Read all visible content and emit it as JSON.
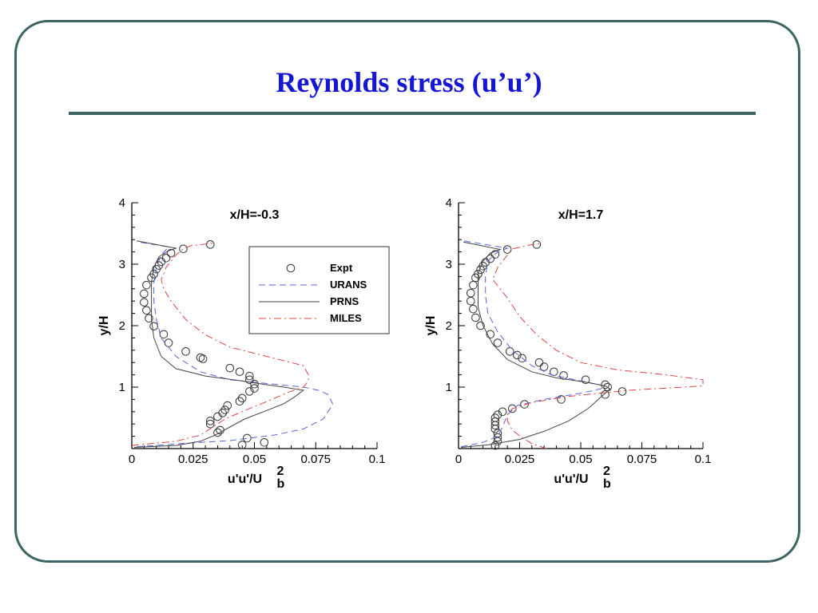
{
  "slide": {
    "title": "Reynolds stress (u’u’)",
    "colors": {
      "title": "#1515d6",
      "frame": "#3c6462"
    }
  },
  "legend": {
    "entries": [
      {
        "name": "Expt",
        "style": "circle",
        "color": "#333333"
      },
      {
        "name": "URANS",
        "style": "dashed",
        "color": "#5566dd"
      },
      {
        "name": "PRNS",
        "style": "solid",
        "color": "#444444"
      },
      {
        "name": "MILES",
        "style": "dashdot",
        "color": "#dd4444"
      }
    ]
  },
  "chart_data": [
    {
      "type": "line",
      "title": "x/H=-0.3",
      "xlabel": "u'u'/U",
      "xlabel_sub": "b",
      "xlabel_sup": "2",
      "ylabel": "y/H",
      "xlim": [
        0,
        0.1
      ],
      "ylim": [
        0,
        4
      ],
      "xticks": [
        0,
        0.025,
        0.05,
        0.075,
        0.1
      ],
      "xtick_labels": [
        "0",
        "0.025",
        "0.05",
        "0.075",
        "0.1"
      ],
      "yticks": [
        1,
        2,
        3,
        4
      ],
      "ytick_labels": [
        "1",
        "2",
        "3",
        "4"
      ],
      "legend_position": "top-right",
      "series": [
        {
          "name": "Expt",
          "style": "circle",
          "points": [
            [
              0.054,
              0.1
            ],
            [
              0.047,
              0.17
            ],
            [
              0.045,
              0.06
            ],
            [
              0.036,
              0.3
            ],
            [
              0.035,
              0.26
            ],
            [
              0.032,
              0.4
            ],
            [
              0.032,
              0.45
            ],
            [
              0.035,
              0.52
            ],
            [
              0.037,
              0.58
            ],
            [
              0.038,
              0.63
            ],
            [
              0.039,
              0.7
            ],
            [
              0.044,
              0.77
            ],
            [
              0.045,
              0.82
            ],
            [
              0.048,
              0.93
            ],
            [
              0.05,
              0.98
            ],
            [
              0.05,
              1.05
            ],
            [
              0.048,
              1.12
            ],
            [
              0.048,
              1.18
            ],
            [
              0.044,
              1.25
            ],
            [
              0.04,
              1.31
            ],
            [
              0.029,
              1.46
            ],
            [
              0.028,
              1.48
            ],
            [
              0.022,
              1.58
            ],
            [
              0.015,
              1.72
            ],
            [
              0.013,
              1.86
            ],
            [
              0.009,
              1.99
            ],
            [
              0.007,
              2.12
            ],
            [
              0.006,
              2.25
            ],
            [
              0.005,
              2.38
            ],
            [
              0.005,
              2.52
            ],
            [
              0.006,
              2.66
            ],
            [
              0.008,
              2.78
            ],
            [
              0.009,
              2.84
            ],
            [
              0.01,
              2.92
            ],
            [
              0.011,
              2.98
            ],
            [
              0.012,
              3.04
            ],
            [
              0.014,
              3.1
            ],
            [
              0.016,
              3.18
            ],
            [
              0.021,
              3.25
            ],
            [
              0.032,
              3.32
            ]
          ]
        },
        {
          "name": "URANS",
          "style": "dashed",
          "points": [
            [
              0.002,
              0.03
            ],
            [
              0.02,
              0.08
            ],
            [
              0.04,
              0.13
            ],
            [
              0.058,
              0.22
            ],
            [
              0.07,
              0.32
            ],
            [
              0.078,
              0.48
            ],
            [
              0.082,
              0.72
            ],
            [
              0.08,
              0.88
            ],
            [
              0.076,
              0.95
            ],
            [
              0.07,
              1.0
            ],
            [
              0.055,
              1.06
            ],
            [
              0.04,
              1.12
            ],
            [
              0.028,
              1.25
            ],
            [
              0.018,
              1.5
            ],
            [
              0.012,
              1.8
            ],
            [
              0.01,
              2.1
            ],
            [
              0.009,
              2.4
            ],
            [
              0.009,
              2.7
            ],
            [
              0.01,
              2.95
            ],
            [
              0.012,
              3.15
            ],
            [
              0.015,
              3.28
            ],
            [
              0.003,
              3.36
            ]
          ]
        },
        {
          "name": "PRNS",
          "style": "solid",
          "points": [
            [
              0.001,
              0.02
            ],
            [
              0.018,
              0.05
            ],
            [
              0.028,
              0.12
            ],
            [
              0.034,
              0.22
            ],
            [
              0.04,
              0.35
            ],
            [
              0.046,
              0.48
            ],
            [
              0.055,
              0.62
            ],
            [
              0.062,
              0.73
            ],
            [
              0.066,
              0.83
            ],
            [
              0.07,
              0.95
            ],
            [
              0.062,
              1.0
            ],
            [
              0.053,
              1.05
            ],
            [
              0.045,
              1.1
            ],
            [
              0.03,
              1.18
            ],
            [
              0.018,
              1.3
            ],
            [
              0.012,
              1.5
            ],
            [
              0.009,
              1.8
            ],
            [
              0.008,
              2.1
            ],
            [
              0.008,
              2.4
            ],
            [
              0.008,
              2.7
            ],
            [
              0.009,
              2.95
            ],
            [
              0.011,
              3.12
            ],
            [
              0.015,
              3.22
            ],
            [
              0.018,
              3.26
            ],
            [
              0.002,
              3.38
            ]
          ]
        },
        {
          "name": "MILES",
          "style": "dashdot",
          "points": [
            [
              0.0,
              0.05
            ],
            [
              0.018,
              0.12
            ],
            [
              0.028,
              0.22
            ],
            [
              0.033,
              0.35
            ],
            [
              0.038,
              0.48
            ],
            [
              0.046,
              0.62
            ],
            [
              0.056,
              0.78
            ],
            [
              0.064,
              0.92
            ],
            [
              0.07,
              1.0
            ],
            [
              0.072,
              1.1
            ],
            [
              0.072,
              1.2
            ],
            [
              0.07,
              1.35
            ],
            [
              0.055,
              1.5
            ],
            [
              0.04,
              1.65
            ],
            [
              0.03,
              1.85
            ],
            [
              0.022,
              2.1
            ],
            [
              0.016,
              2.4
            ],
            [
              0.013,
              2.6
            ],
            [
              0.012,
              2.75
            ],
            [
              0.014,
              2.95
            ],
            [
              0.018,
              3.15
            ],
            [
              0.021,
              3.25
            ],
            [
              0.024,
              3.3
            ],
            [
              0.033,
              3.34
            ]
          ]
        }
      ]
    },
    {
      "type": "line",
      "title": "x/H=1.7",
      "xlabel": "u'u'/U",
      "xlabel_sub": "b",
      "xlabel_sup": "2",
      "ylabel": "y/H",
      "xlim": [
        0,
        0.1
      ],
      "ylim": [
        0,
        4
      ],
      "xticks": [
        0,
        0.025,
        0.05,
        0.075,
        0.1
      ],
      "xtick_labels": [
        "0",
        "0.025",
        "0.05",
        "0.075",
        "0.1"
      ],
      "yticks": [
        1,
        2,
        3,
        4
      ],
      "ytick_labels": [
        "1",
        "2",
        "3",
        "4"
      ],
      "series": [
        {
          "name": "Expt",
          "style": "circle",
          "points": [
            [
              0.015,
              0.05
            ],
            [
              0.016,
              0.12
            ],
            [
              0.016,
              0.18
            ],
            [
              0.016,
              0.25
            ],
            [
              0.015,
              0.32
            ],
            [
              0.015,
              0.38
            ],
            [
              0.015,
              0.44
            ],
            [
              0.015,
              0.5
            ],
            [
              0.016,
              0.55
            ],
            [
              0.018,
              0.6
            ],
            [
              0.022,
              0.65
            ],
            [
              0.027,
              0.72
            ],
            [
              0.042,
              0.8
            ],
            [
              0.06,
              0.88
            ],
            [
              0.067,
              0.93
            ],
            [
              0.061,
              1.0
            ],
            [
              0.06,
              1.04
            ],
            [
              0.052,
              1.12
            ],
            [
              0.043,
              1.19
            ],
            [
              0.039,
              1.25
            ],
            [
              0.035,
              1.33
            ],
            [
              0.033,
              1.4
            ],
            [
              0.026,
              1.47
            ],
            [
              0.024,
              1.52
            ],
            [
              0.021,
              1.58
            ],
            [
              0.016,
              1.72
            ],
            [
              0.013,
              1.86
            ],
            [
              0.009,
              2.0
            ],
            [
              0.007,
              2.13
            ],
            [
              0.006,
              2.27
            ],
            [
              0.005,
              2.4
            ],
            [
              0.005,
              2.53
            ],
            [
              0.006,
              2.66
            ],
            [
              0.007,
              2.78
            ],
            [
              0.008,
              2.84
            ],
            [
              0.009,
              2.91
            ],
            [
              0.01,
              2.97
            ],
            [
              0.011,
              3.03
            ],
            [
              0.013,
              3.09
            ],
            [
              0.015,
              3.16
            ],
            [
              0.02,
              3.24
            ],
            [
              0.032,
              3.32
            ]
          ]
        },
        {
          "name": "URANS",
          "style": "dashed",
          "points": [
            [
              0.001,
              0.03
            ],
            [
              0.01,
              0.1
            ],
            [
              0.016,
              0.2
            ],
            [
              0.018,
              0.35
            ],
            [
              0.02,
              0.55
            ],
            [
              0.024,
              0.7
            ],
            [
              0.035,
              0.8
            ],
            [
              0.05,
              0.9
            ],
            [
              0.058,
              0.97
            ],
            [
              0.06,
              1.02
            ],
            [
              0.05,
              1.1
            ],
            [
              0.038,
              1.2
            ],
            [
              0.03,
              1.35
            ],
            [
              0.022,
              1.6
            ],
            [
              0.016,
              1.9
            ],
            [
              0.012,
              2.2
            ],
            [
              0.011,
              2.5
            ],
            [
              0.011,
              2.8
            ],
            [
              0.012,
              3.05
            ],
            [
              0.016,
              3.2
            ],
            [
              0.02,
              3.26
            ],
            [
              0.002,
              3.38
            ]
          ]
        },
        {
          "name": "PRNS",
          "style": "solid",
          "points": [
            [
              0.001,
              0.02
            ],
            [
              0.012,
              0.06
            ],
            [
              0.025,
              0.15
            ],
            [
              0.035,
              0.28
            ],
            [
              0.045,
              0.45
            ],
            [
              0.053,
              0.65
            ],
            [
              0.058,
              0.83
            ],
            [
              0.062,
              0.97
            ],
            [
              0.06,
              1.02
            ],
            [
              0.052,
              1.08
            ],
            [
              0.04,
              1.15
            ],
            [
              0.03,
              1.25
            ],
            [
              0.02,
              1.45
            ],
            [
              0.014,
              1.7
            ],
            [
              0.01,
              2.0
            ],
            [
              0.008,
              2.3
            ],
            [
              0.008,
              2.6
            ],
            [
              0.008,
              2.85
            ],
            [
              0.01,
              3.05
            ],
            [
              0.013,
              3.18
            ],
            [
              0.017,
              3.24
            ],
            [
              0.002,
              3.36
            ]
          ]
        },
        {
          "name": "MILES",
          "style": "dashdot",
          "points": [
            [
              0.036,
              0.0
            ],
            [
              0.03,
              0.08
            ],
            [
              0.026,
              0.18
            ],
            [
              0.022,
              0.3
            ],
            [
              0.02,
              0.45
            ],
            [
              0.02,
              0.55
            ],
            [
              0.022,
              0.65
            ],
            [
              0.03,
              0.75
            ],
            [
              0.045,
              0.85
            ],
            [
              0.07,
              0.95
            ],
            [
              0.1,
              1.02
            ],
            [
              0.1,
              1.12
            ],
            [
              0.085,
              1.2
            ],
            [
              0.065,
              1.28
            ],
            [
              0.05,
              1.4
            ],
            [
              0.04,
              1.6
            ],
            [
              0.032,
              1.85
            ],
            [
              0.025,
              2.15
            ],
            [
              0.02,
              2.45
            ],
            [
              0.016,
              2.65
            ],
            [
              0.014,
              2.75
            ],
            [
              0.016,
              2.95
            ],
            [
              0.02,
              3.15
            ],
            [
              0.022,
              3.25
            ],
            [
              0.03,
              3.32
            ],
            [
              0.034,
              3.34
            ]
          ]
        }
      ]
    }
  ]
}
